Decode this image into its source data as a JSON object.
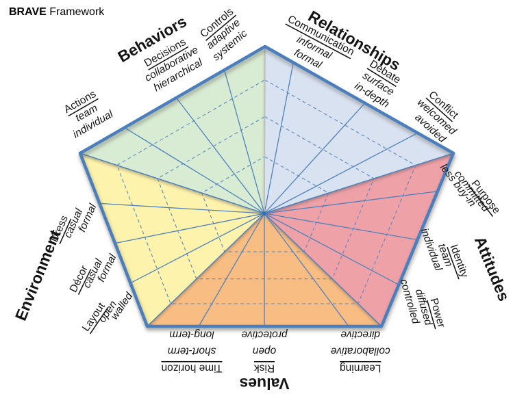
{
  "header": {
    "title_bold": "BRAVE",
    "title_rest": " Framework"
  },
  "chart_data": {
    "type": "radar-pentagon",
    "title": "BRAVE Framework",
    "grid": "dashed-rings",
    "rings": [
      0.34,
      0.58,
      0.8
    ],
    "sections": [
      {
        "name": "Behaviors",
        "color": "#d8ecd3",
        "axes": [
          {
            "category": "Actions",
            "poles": [
              "team",
              "individual"
            ]
          },
          {
            "category": "Decisions",
            "poles": [
              "collaborative",
              "hierarchical"
            ]
          },
          {
            "category": "Controls",
            "poles": [
              "adaptive",
              "systemic"
            ]
          }
        ]
      },
      {
        "name": "Relationships",
        "color": "#d9e2f1",
        "axes": [
          {
            "category": "Communication",
            "poles": [
              "informal",
              "formal"
            ]
          },
          {
            "category": "Debate",
            "poles": [
              "surface",
              "in-depth"
            ]
          },
          {
            "category": "Conflict",
            "poles": [
              "welcomed",
              "avoided"
            ]
          }
        ]
      },
      {
        "name": "Attitudes",
        "color": "#efa1a8",
        "axes": [
          {
            "category": "Purpose",
            "poles": [
              "committed",
              "less buy-in"
            ]
          },
          {
            "category": "Identity",
            "poles": [
              "team",
              "individual"
            ]
          },
          {
            "category": "Power",
            "poles": [
              "diffused",
              "controlled"
            ]
          }
        ]
      },
      {
        "name": "Values",
        "color": "#f8bd83",
        "axes": [
          {
            "category": "Learning",
            "poles": [
              "collaborative",
              "directive"
            ]
          },
          {
            "category": "Risk",
            "poles": [
              "open",
              "protective"
            ]
          },
          {
            "category": "Time horizon",
            "poles": [
              "short-term",
              "long-term"
            ]
          }
        ]
      },
      {
        "name": "Environment",
        "color": "#fdf3ac",
        "axes": [
          {
            "category": "Layout",
            "poles": [
              "open",
              "walled"
            ]
          },
          {
            "category": "Décor",
            "poles": [
              "casual",
              "formal"
            ]
          },
          {
            "category": "Dress",
            "poles": [
              "casual",
              "formal"
            ]
          }
        ]
      }
    ],
    "style": {
      "line_color": "#4f81bd",
      "border_color": "#4a7ebc",
      "divider_color": "#bdbdbd",
      "dash_color": "#5b87c0",
      "text_color": "#141414"
    }
  }
}
